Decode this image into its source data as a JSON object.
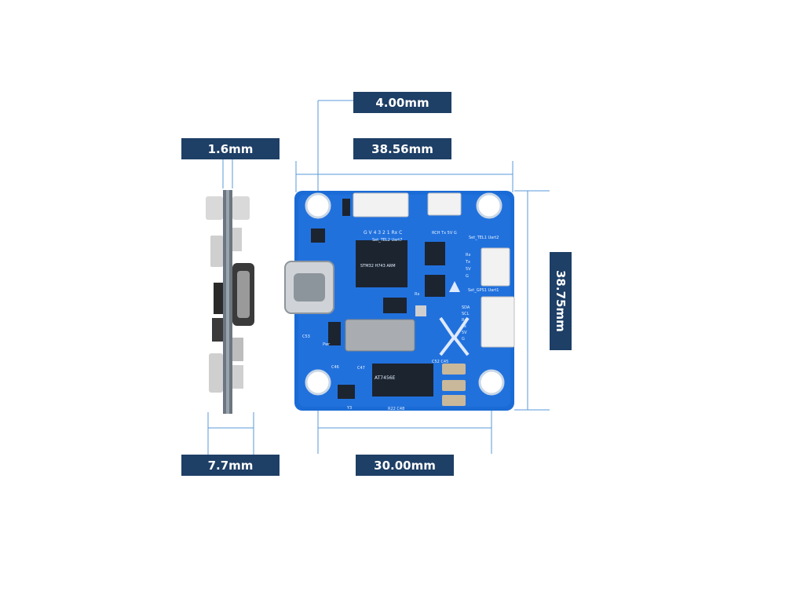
{
  "dimensions": {
    "hole_offset": "4.00mm",
    "board_width": "38.56mm",
    "board_height": "38.75mm",
    "mount_spacing": "30.00mm",
    "pcb_thickness": "1.6mm",
    "side_height": "7.7mm"
  },
  "silkscreen": {
    "uart7_pins": "G V 4 3 2 1 Rx C",
    "uart7_label": "Set_TEL2 Uart7",
    "tel1_label": "Set_TEL1 Uart2",
    "gps1_label": "Set_GPS1 Uart1",
    "tel1_pins": [
      "Rx",
      "Tx",
      "5V",
      "G"
    ],
    "gps1_pins": [
      "SDA",
      "SCL",
      "Rx",
      "Tx",
      "5V",
      "G"
    ],
    "right_top_pins": "RCH Tx 5V G",
    "mcu_marking": "STM32 H743 ARM",
    "chip_marking": "AT7456E",
    "ref_c53": "C53",
    "ref_c46": "C46",
    "ref_c47": "C47",
    "ref_y3": "Y3",
    "ref_r22": "R22 C48",
    "ref_c52": "C52 C45",
    "ref_pwr": "Pwr",
    "ref_rx": "Rx"
  },
  "colors": {
    "label_bg": "#1e3f66",
    "dim_line": "#5a9ad8",
    "pcb_blue": "#1a6bd6"
  }
}
